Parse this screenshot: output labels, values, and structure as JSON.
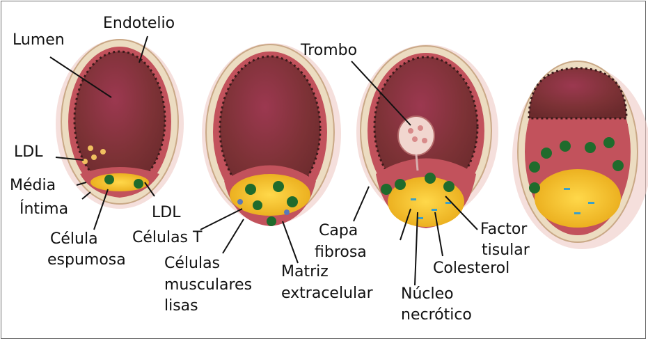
{
  "labels": {
    "endotelio": "Endotelio",
    "lumen": "Lumen",
    "trombo": "Trombo",
    "ldl_left": "LDL",
    "media": "Média",
    "intima": "Íntima",
    "ldl_right": "LDL",
    "celula": "Célula",
    "espumosa": "espumosa",
    "celulas_t": "Células T",
    "celulas": "Células",
    "musculares": "musculares",
    "lisas": "lisas",
    "matriz": "Matriz",
    "extracelular": "extracelular",
    "capa": "Capa",
    "fibrosa": "fibrosa",
    "factor": "Factor",
    "tisular": "tisular",
    "colesterol": "Colesterol",
    "nucleo": "Núcleo",
    "necrotico": "necrótico"
  },
  "colors": {
    "outer_wall": "#ecd9c0",
    "wall_shadow": "#e8b4b0",
    "media_red": "#c0505a",
    "lumen": "#8a3a3e",
    "lumen_light": "#a0424a",
    "endothelium_dots": "#3a1a1a",
    "plaque_yellow": "#f4c21c",
    "cell_green": "#1f6b2c",
    "cholesterol_blue": "#3aa0c8"
  }
}
